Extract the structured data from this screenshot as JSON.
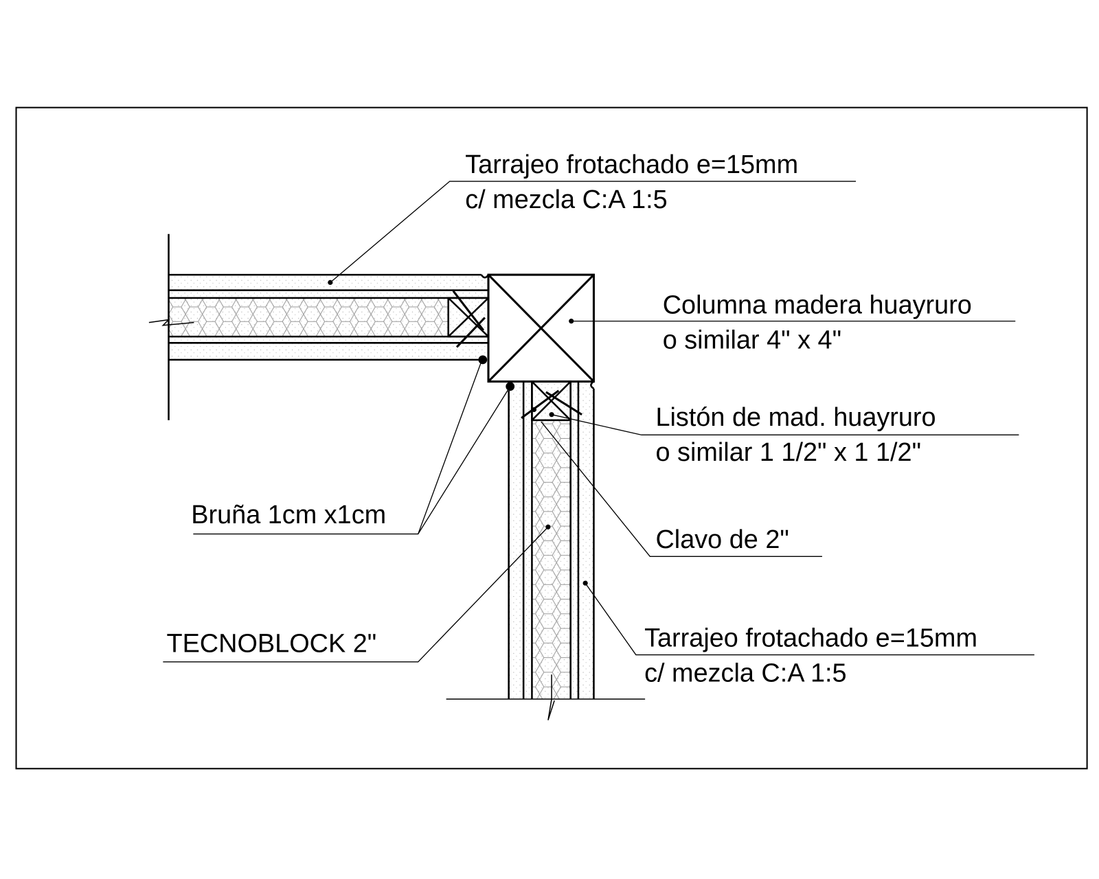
{
  "labels": {
    "plaster_top_1": "Tarrajeo frotachado e=15mm",
    "plaster_top_2": "c/ mezcla C:A 1:5",
    "column_1": "Columna madera huayruro",
    "column_2": "o similar 4\" x 4\"",
    "strip_1": "Listón de mad. huayruro",
    "strip_2": "o similar 1 1/2\" x 1 1/2\"",
    "nail": "Clavo de 2\"",
    "groove": "Bruña 1cm x1cm",
    "block": "TECNOBLOCK 2\"",
    "plaster_bottom_1": "Tarrajeo frotachado e=15mm",
    "plaster_bottom_2": "c/ mezcla C:A 1:5"
  }
}
